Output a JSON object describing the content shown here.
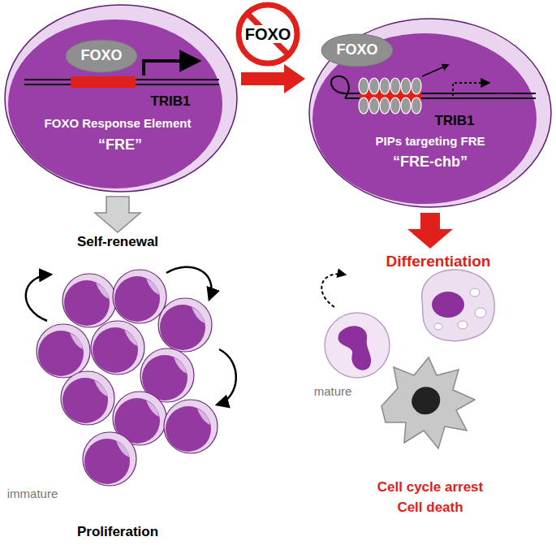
{
  "diagram": {
    "nodes": [
      {
        "text": [
          "TRIB1",
          "FOXO Response Element",
          "“FRE”"
        ]
      },
      {
        "text": [
          "FOXO"
        ],
        "in": 0
      },
      {
        "text": [
          "FOXO"
        ]
      },
      {
        "text": [
          "TRIB1",
          "PIPs targeting FRE",
          "“FRE-chb”"
        ]
      },
      {
        "text": [
          "FOXO"
        ],
        "in": 3
      }
    ],
    "edges": [
      {
        "from": 0,
        "to": 3,
        "arrow": "to"
      }
    ],
    "labels": [
      "Self-renewal",
      "immature",
      "Proliferation",
      "Differentiation",
      "mature",
      "Cell cycle arrest",
      "Cell death"
    ]
  }
}
